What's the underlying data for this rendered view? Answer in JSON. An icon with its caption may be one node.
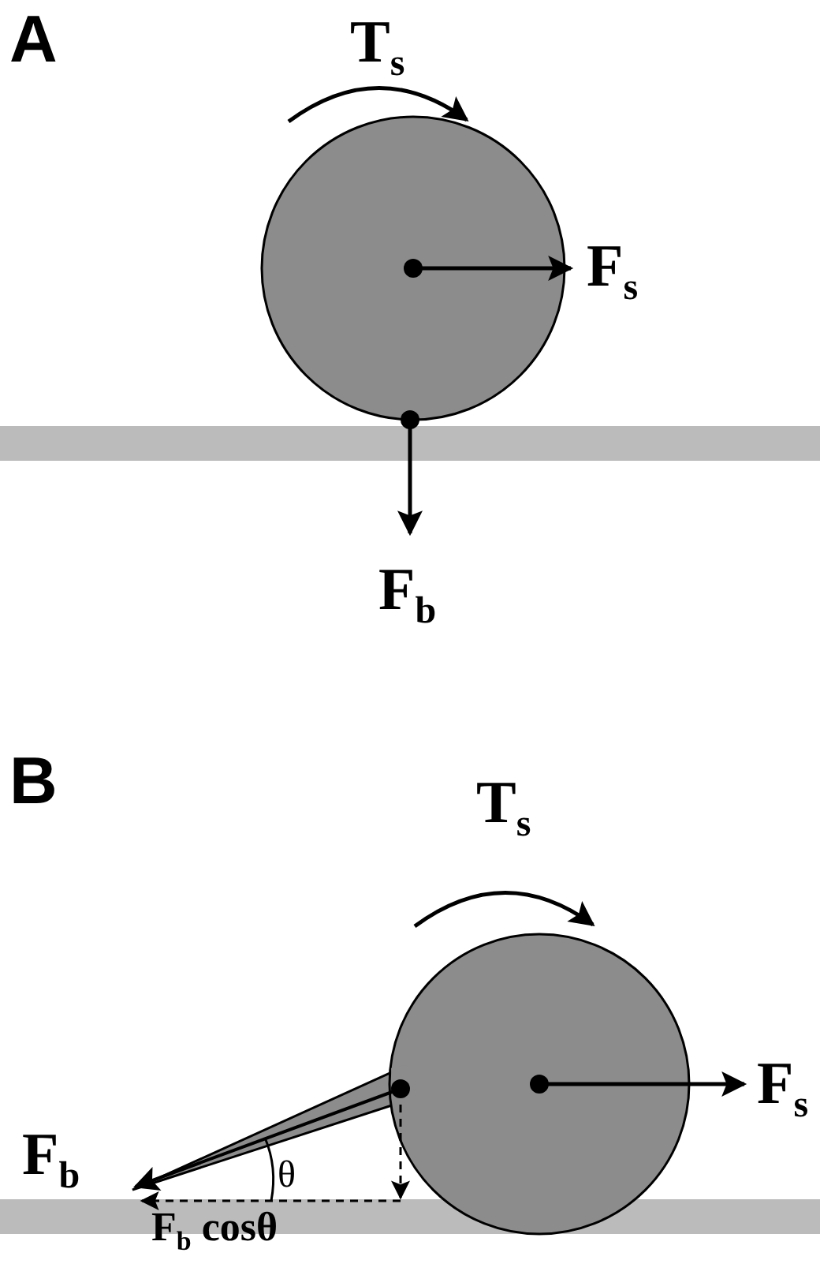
{
  "diagram": {
    "labels": [
      "A",
      "T$_{s}$",
      "F$_{s}$",
      "F$_{b}$",
      "B",
      "T$_{s}$",
      "F$_{s}$",
      "F$_{b}$",
      "θ",
      "F$_{b}$ cosθ"
    ]
  }
}
